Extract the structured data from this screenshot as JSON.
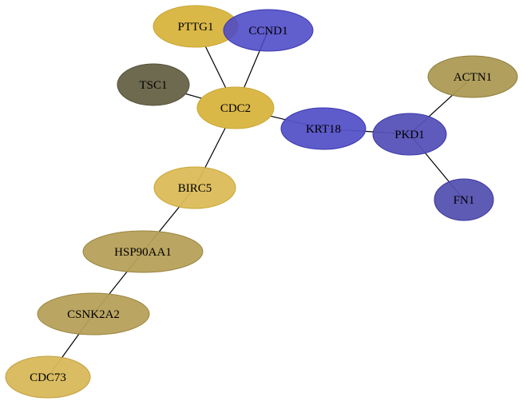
{
  "nodes": [
    {
      "id": "PTTG1",
      "label": "PTTG1",
      "color": "#dab848",
      "stroke": "#c9a633"
    },
    {
      "id": "CCND1",
      "label": "CCND1",
      "color": "#4b48c7",
      "stroke": "#3b38b0"
    },
    {
      "id": "TSC1",
      "label": "TSC1",
      "color": "#6e6a4f",
      "stroke": "#55523c"
    },
    {
      "id": "CDC2",
      "label": "CDC2",
      "color": "#dab848",
      "stroke": "#c9a633"
    },
    {
      "id": "KRT18",
      "label": "KRT18",
      "color": "#5552c8",
      "stroke": "#3b38b0"
    },
    {
      "id": "PKD1",
      "label": "PKD1",
      "color": "#5552b8",
      "stroke": "#3b38a8"
    },
    {
      "id": "ACTN1",
      "label": "ACTN1",
      "color": "#ad9a55",
      "stroke": "#8f7e3e"
    },
    {
      "id": "FN1",
      "label": "FN1",
      "color": "#5552b0",
      "stroke": "#3b38a0"
    },
    {
      "id": "BIRC5",
      "label": "BIRC5",
      "color": "#dbbc58",
      "stroke": "#c9a633"
    },
    {
      "id": "HSP90AA1",
      "label": "HSP90AA1",
      "color": "#b6a05a",
      "stroke": "#9a8540"
    },
    {
      "id": "CSNK2A2",
      "label": "CSNK2A2",
      "color": "#b6a05a",
      "stroke": "#9a8540"
    },
    {
      "id": "CDC73",
      "label": "CDC73",
      "color": "#d8b85a",
      "stroke": "#c2a040"
    }
  ],
  "edges": [
    {
      "from": "PTTG1",
      "to": "CDC2"
    },
    {
      "from": "CCND1",
      "to": "CDC2"
    },
    {
      "from": "TSC1",
      "to": "CDC2"
    },
    {
      "from": "CDC2",
      "to": "KRT18"
    },
    {
      "from": "CDC2",
      "to": "BIRC5"
    },
    {
      "from": "KRT18",
      "to": "PKD1"
    },
    {
      "from": "PKD1",
      "to": "ACTN1"
    },
    {
      "from": "PKD1",
      "to": "FN1"
    },
    {
      "from": "BIRC5",
      "to": "HSP90AA1"
    },
    {
      "from": "HSP90AA1",
      "to": "CSNK2A2"
    },
    {
      "from": "CSNK2A2",
      "to": "CDC73"
    }
  ]
}
